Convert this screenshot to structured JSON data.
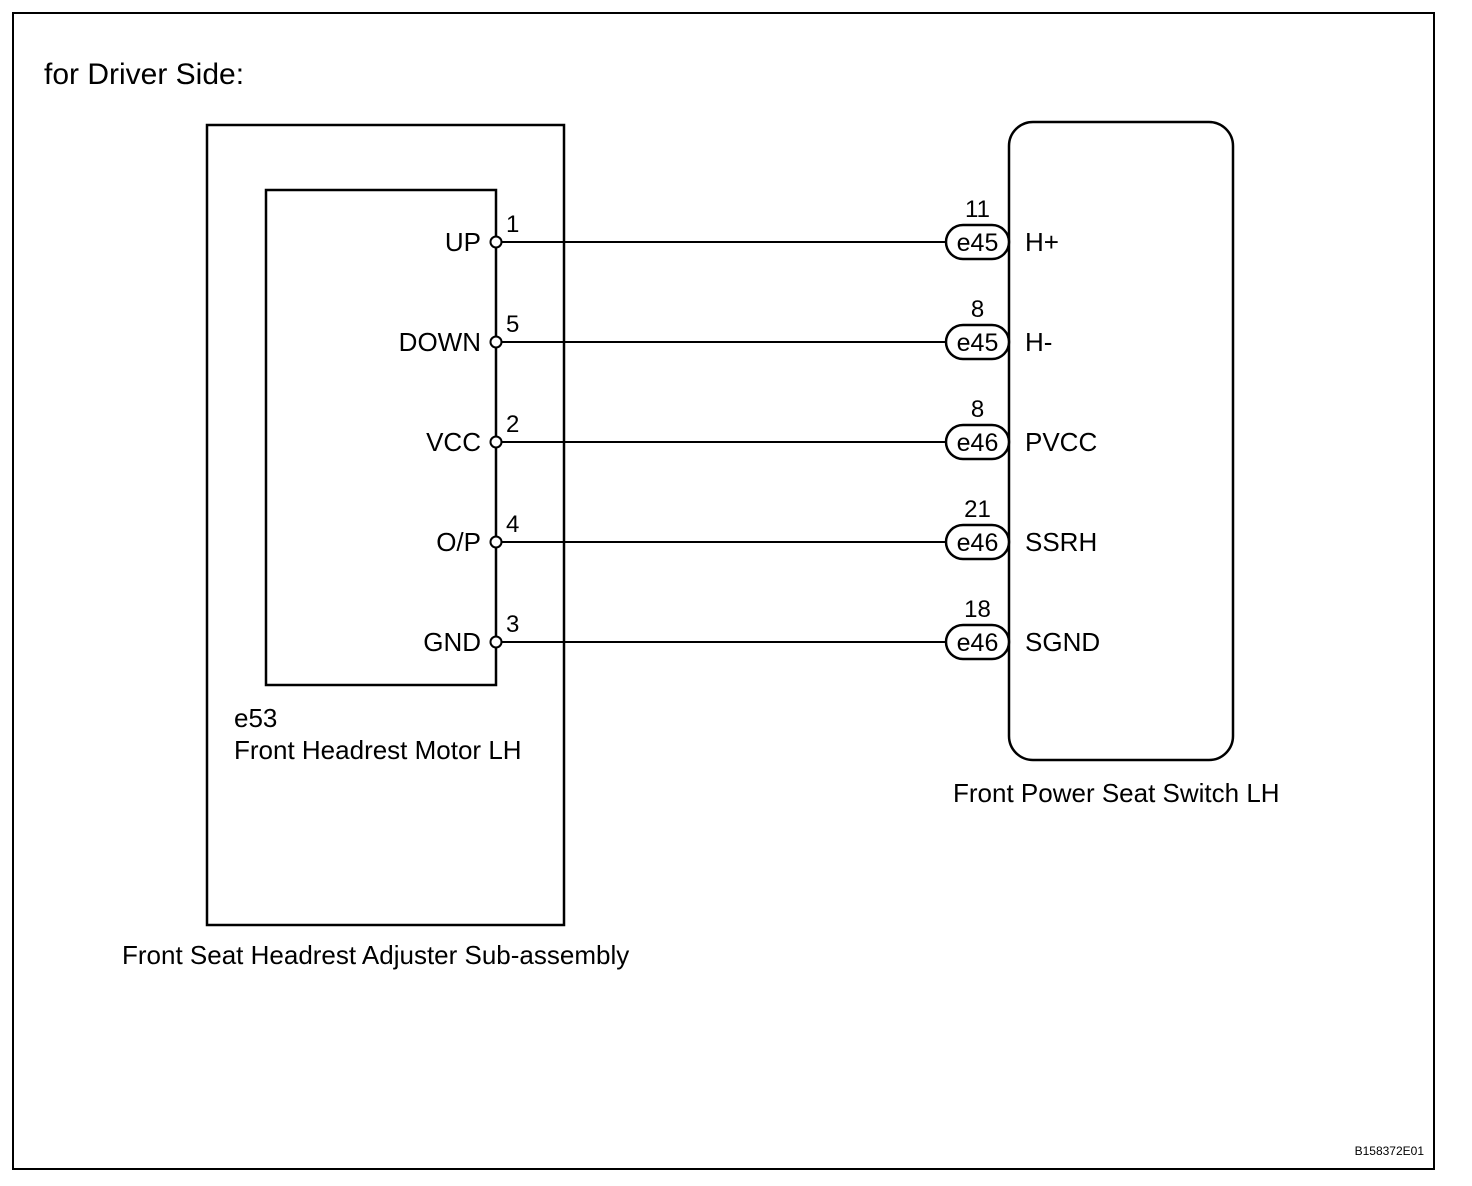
{
  "header": {
    "title": "for Driver Side:"
  },
  "left_assembly": {
    "label": "Front Seat Headrest Adjuster Sub-assembly",
    "motor": {
      "connector_code": "e53",
      "label": "Front Headrest Motor LH"
    }
  },
  "right_component": {
    "label": "Front Power Seat Switch LH"
  },
  "wires": [
    {
      "left_signal": "UP",
      "left_pin": "1",
      "connector": "e45",
      "right_pin": "11",
      "right_signal": "H+"
    },
    {
      "left_signal": "DOWN",
      "left_pin": "5",
      "connector": "e45",
      "right_pin": "8",
      "right_signal": "H-"
    },
    {
      "left_signal": "VCC",
      "left_pin": "2",
      "connector": "e46",
      "right_pin": "8",
      "right_signal": "PVCC"
    },
    {
      "left_signal": "O/P",
      "left_pin": "4",
      "connector": "e46",
      "right_pin": "21",
      "right_signal": "SSRH"
    },
    {
      "left_signal": "GND",
      "left_pin": "3",
      "connector": "e46",
      "right_pin": "18",
      "right_signal": "SGND"
    }
  ],
  "figure_code": "B158372E01"
}
